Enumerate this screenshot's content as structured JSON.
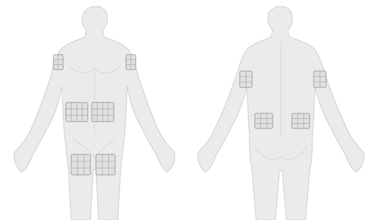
{
  "figure": {
    "views": [
      {
        "id": "front",
        "kind": "front-view"
      },
      {
        "id": "back",
        "kind": "back-view"
      }
    ],
    "sites": {
      "front": [
        "left-upper-arm",
        "right-upper-arm",
        "abdomen-left",
        "abdomen-right",
        "thigh-left",
        "thigh-right"
      ],
      "back": [
        "left-upper-arm",
        "right-upper-arm",
        "lower-back-left",
        "lower-back-right"
      ]
    },
    "colors": {
      "background": "#ffffff",
      "body_fill": "#ebebeb",
      "body_outline": "#d2d2d2",
      "grid": "#9a9a9a"
    }
  }
}
